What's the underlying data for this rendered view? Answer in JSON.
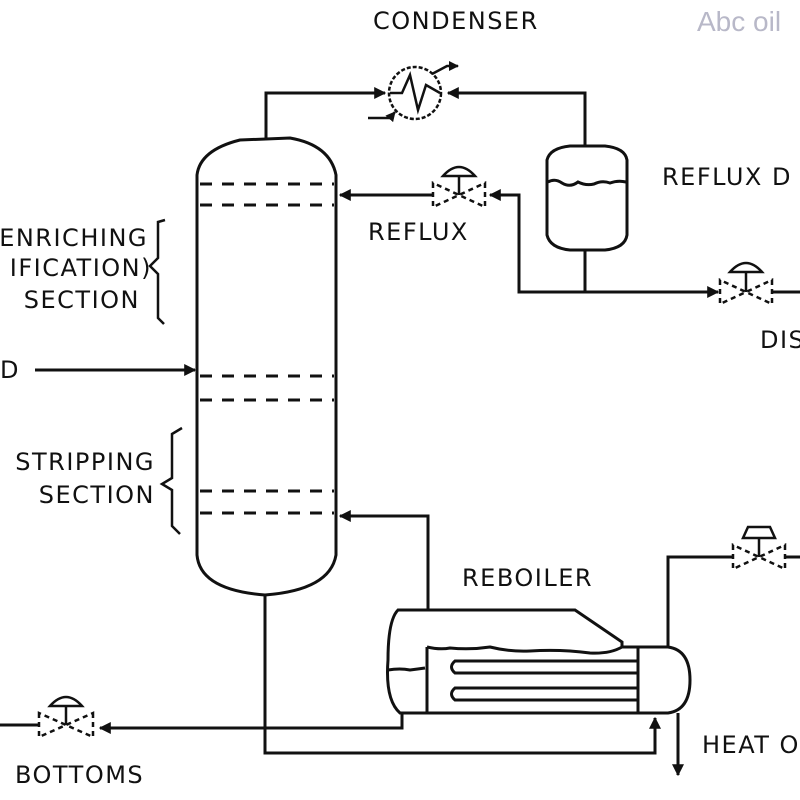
{
  "brand": "Abc oil",
  "labels": {
    "condenser": "CONDENSER",
    "reflux_drum": "REFLUX D",
    "reflux": "REFLUX",
    "distillate": "DIS",
    "enriching_1": "ENRICHING",
    "enriching_2": "IFICATION)",
    "enriching_3": "SECTION",
    "feed": "D",
    "stripping_1": "STRIPPING",
    "stripping_2": "SECTION",
    "reboiler": "REBOILER",
    "heat": "HEAT O",
    "bottoms": "BOTTOMS"
  },
  "equipment": [
    {
      "id": "column",
      "name": "Distillation column",
      "trays": 6
    },
    {
      "id": "condenser",
      "name": "Condenser"
    },
    {
      "id": "reflux-drum",
      "name": "Reflux drum"
    },
    {
      "id": "reboiler",
      "name": "Reboiler (kettle)",
      "tubes": 2
    },
    {
      "id": "valves",
      "name": "Control valves",
      "count": 4
    }
  ],
  "colors": {
    "line": "#111111",
    "background": "#ffffff",
    "brand": "#b8b8c8"
  }
}
